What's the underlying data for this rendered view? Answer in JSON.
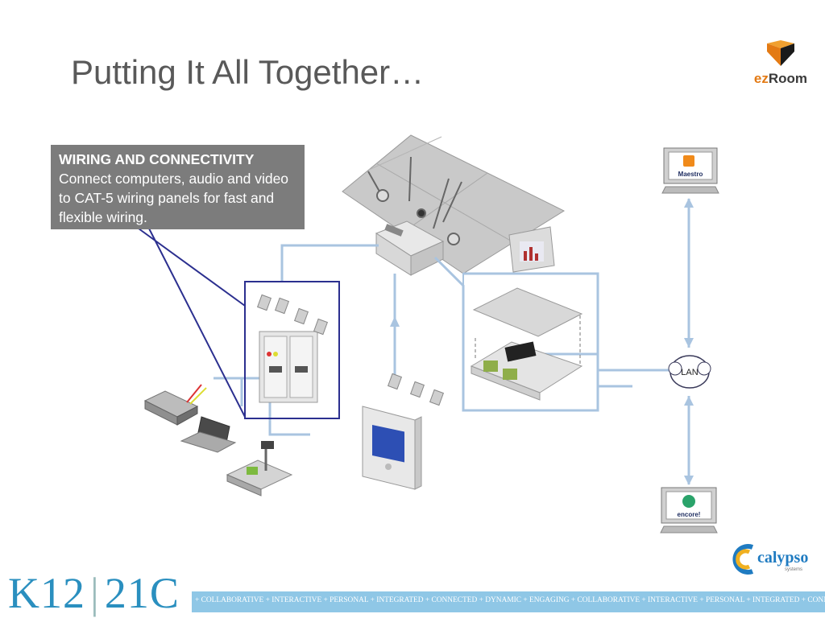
{
  "slide": {
    "title": "Putting It All Together…"
  },
  "logos": {
    "ezroom": {
      "prefix": "ez",
      "suffix": "Room"
    },
    "calypso": {
      "name": "calypso",
      "sub": "systems"
    },
    "k12": {
      "left": "K12",
      "right": "21C"
    }
  },
  "callout": {
    "heading": "WIRING AND CONNECTIVITY",
    "body": "Connect computers, audio and video to CAT-5 wiring panels for fast and flexible wiring."
  },
  "diagram": {
    "lan_label": "LAN",
    "monitor_top_label": "Maestro",
    "monitor_bottom_label": "encore!"
  },
  "footer": {
    "banner": "+ COLLABORATIVE + INTERACTIVE + PERSONAL + INTEGRATED + CONNECTED + DYNAMIC + ENGAGING + COLLABORATIVE + INTERACTIVE + PERSONAL + INTEGRATED + CONNECTED +"
  },
  "colors": {
    "title": "#595959",
    "callout_bg": "#7c7c7c",
    "wire": "#a9c4e0",
    "highlight_box": "#2b2f8f",
    "brand_blue": "#2a8fbf",
    "ez_orange": "#e37a14"
  }
}
